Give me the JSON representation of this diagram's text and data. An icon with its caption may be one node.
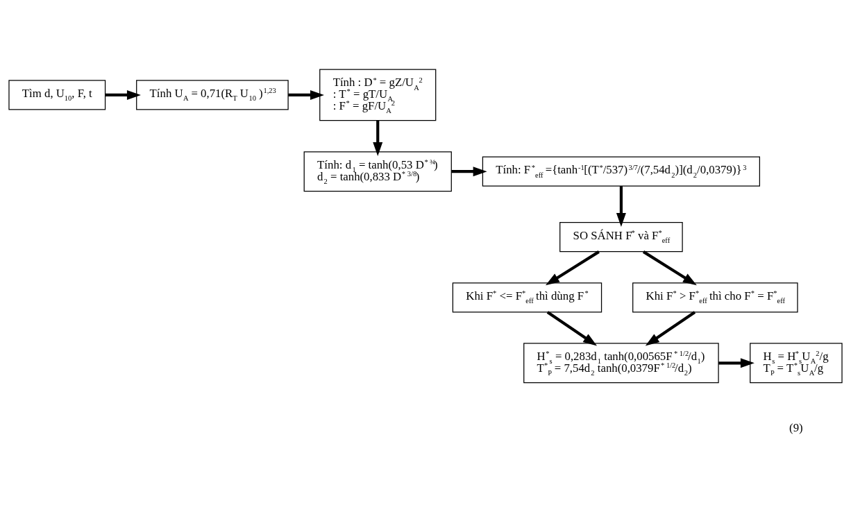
{
  "diagram": {
    "nodes": [
      {
        "text": [
          "Tìm d, U$_{10}$, F, t"
        ]
      },
      {
        "text": [
          "Tính U$_{A}$ = 0,71(R$_{T}$ U$_{10}$ )$^{1,23}$"
        ]
      },
      {
        "text": [
          "Tính : D$^{*}$ = gZ/U$_{A}$$^{2}$",
          ": T$^{*}$ = gT/U$_{A}$",
          ": F$^{*}$ = gF/U$_{A}$$^{2}$"
        ]
      },
      {
        "text": [
          "Tính: d$_{1}$ = tanh(0,53 D$^{* ¾}$)",
          "d$_{2}$ = tanh(0,833 D$^{* 3/8}$)"
        ]
      },
      {
        "text": [
          "Tính: F$^{*}$$_{eff}$ ={tanh$^{-1}$[(T$^{*}$/537)$^{3/7}$/(7,54d$_{2}$)](d$_{2}$/0,0379)}$^{3}$"
        ]
      },
      {
        "text": [
          "SO SÁNH F$^{*}$ và F$^{*}$$_{eff}$"
        ]
      },
      {
        "text": [
          "Khi F$^{*}$ <= F$^{*}$$_{eff}$ thì dùng F$^{*}$"
        ]
      },
      {
        "text": [
          "Khi F$^{*}$ > F$^{*}$$_{eff}$ thì cho F$^{*}$ = F$^{*}$$_{eff}$"
        ]
      },
      {
        "text": [
          "H$^{*}$$_{s}$ = 0,283d$_{1}$ tanh(0,00565F$^{* 1/2}$/d$_{1}$)",
          "T$^{*}$$_{P}$ = 7,54d$_{2}$ tanh(0,0379F$^{* 1/2}$/d$_{2}$)"
        ]
      },
      {
        "text": [
          "H$_{s}$ = H$^{*}$$_{s}$U$_{A}$$^{2}$/g",
          "T$_{P}$ = T$^{*}$$_{s}$U$_{A}$/g"
        ]
      }
    ],
    "edges": [
      {
        "from": 0,
        "to": 1,
        "arrow": "to"
      },
      {
        "from": 1,
        "to": 2,
        "arrow": "to"
      },
      {
        "from": 2,
        "to": 3,
        "arrow": "to"
      },
      {
        "from": 3,
        "to": 4,
        "arrow": "to"
      },
      {
        "from": 4,
        "to": 5,
        "arrow": "to"
      },
      {
        "from": 5,
        "to": 6,
        "arrow": "to"
      },
      {
        "from": 5,
        "to": 7,
        "arrow": "to"
      },
      {
        "from": 6,
        "to": 8,
        "arrow": "to"
      },
      {
        "from": 7,
        "to": 8,
        "arrow": "to"
      },
      {
        "from": 8,
        "to": 9,
        "arrow": "to"
      }
    ],
    "labels": [
      "(9)"
    ]
  }
}
